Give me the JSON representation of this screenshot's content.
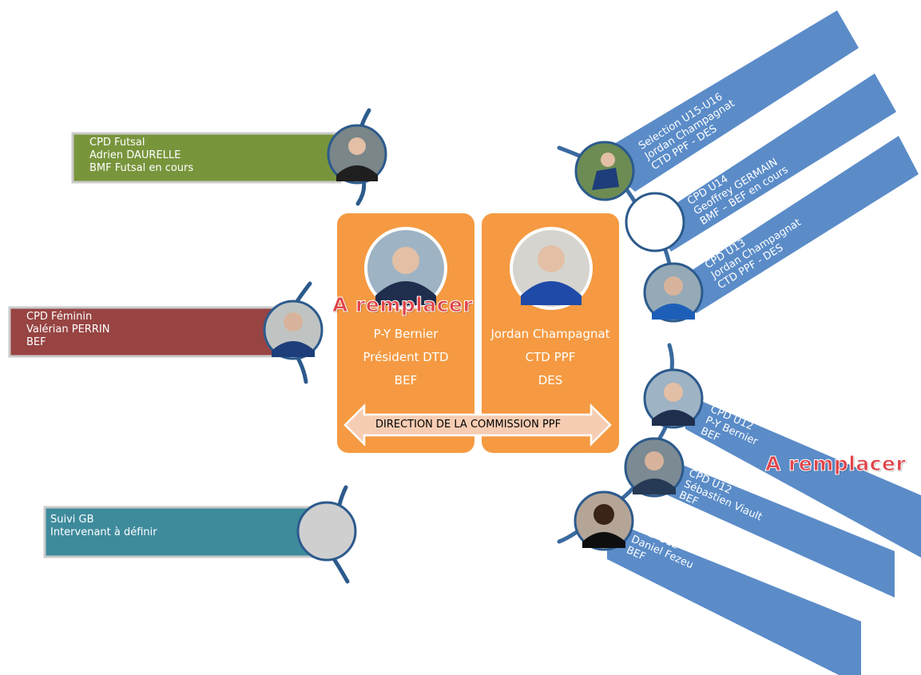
{
  "colors": {
    "futsal": "#78953c",
    "feminin": "#974443",
    "gb": "#3e8b9c",
    "blue_band": "#5b8cc8",
    "orange": "#f59a42",
    "arrow_fill": "#f6cdb3",
    "remplacer": "#e0444a"
  },
  "left_boxes": [
    {
      "lines": [
        "CPD Futsal",
        "Adrien DAURELLE",
        "BMF Futsal en cours"
      ],
      "photo_icon": "person-photo-icon"
    },
    {
      "lines": [
        "CPD Féminin",
        "Valérian PERRIN",
        "BEF"
      ],
      "photo_icon": "person-photo-icon"
    },
    {
      "lines": [
        "Suivi GB",
        "Intervenant à définir"
      ],
      "photo_icon": "empty-photo-icon"
    }
  ],
  "center": {
    "left_panel": {
      "lines": [
        "P-Y Bernier",
        "Président DTD",
        "BEF"
      ],
      "overlay": "A remplacer"
    },
    "right_panel": {
      "lines": [
        "Jordan Champagnat",
        "CTD PPF",
        "DES"
      ]
    },
    "arrow_label": "DIRECTION DE LA COMMISSION PPF"
  },
  "right_bands": [
    {
      "lines": [
        "Selection U15-U16",
        "Jordan Champagnat",
        "CTD PPF - DES"
      ]
    },
    {
      "lines": [
        "CPD U14",
        "Geoffrey GERMAIN",
        "BMF – BEF en cours"
      ]
    },
    {
      "lines": [
        "CPD U13",
        "Jordan Champagnat",
        "CTD PPF - DES"
      ]
    },
    {
      "lines": [
        "CPD U12",
        "P-Y Bernier",
        "BEF"
      ],
      "overlay": "A remplacer"
    },
    {
      "lines": [
        "CPD U12",
        "Sébastien Viault",
        "BEF"
      ]
    },
    {
      "lines": [
        "CPD U12",
        "Daniel Fezeu",
        "BEF"
      ]
    }
  ]
}
